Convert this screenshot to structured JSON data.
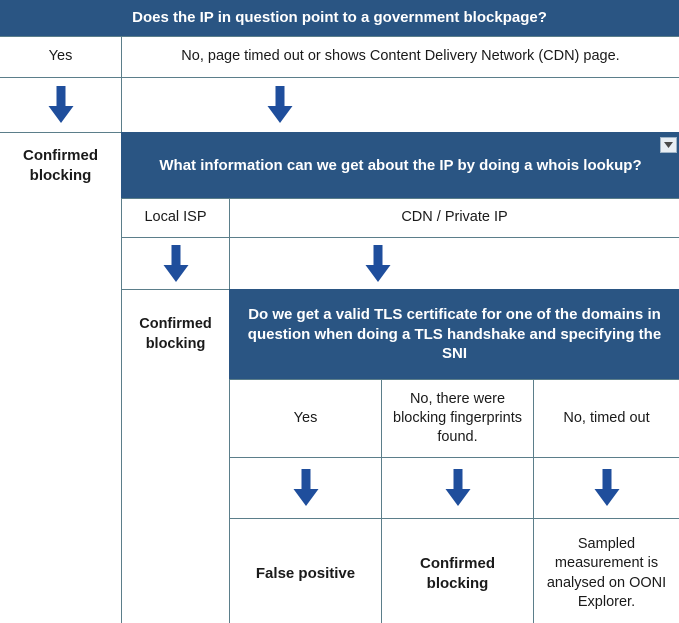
{
  "diagram": {
    "title_question": "Does the IP in question point to a government blockpage?",
    "colors": {
      "header_blue": "#2a5583",
      "arrow_blue": "#1f4e9c",
      "grid_line": "#5b7e8a"
    },
    "level1": {
      "question": "Does the IP in question point to a government blockpage?",
      "answer_yes": "Yes",
      "answer_no": "No, page timed out or shows Content Delivery Network (CDN) page.",
      "outcome_yes": "Confirmed blocking"
    },
    "level2": {
      "question": "What information can we get about the IP by doing a whois lookup?",
      "answer_local_isp": "Local ISP",
      "answer_cdn": "CDN / Private IP",
      "outcome_local_isp": "Confirmed blocking"
    },
    "level3": {
      "question": "Do we get a valid TLS certificate for one of the domains in question when doing a TLS handshake and specifying the SNI",
      "options": [
        "Yes",
        "No, there were blocking fingerprints found.",
        "No, timed out"
      ],
      "outcomes": [
        "False positive",
        "Confirmed blocking",
        "Sampled measurement is analysed on OONI Explorer."
      ]
    },
    "controls": {
      "filter_dropdown_label": "▼"
    },
    "icons": {
      "arrow_down": "down-arrow-icon",
      "dropdown": "chevron-down-icon"
    }
  }
}
